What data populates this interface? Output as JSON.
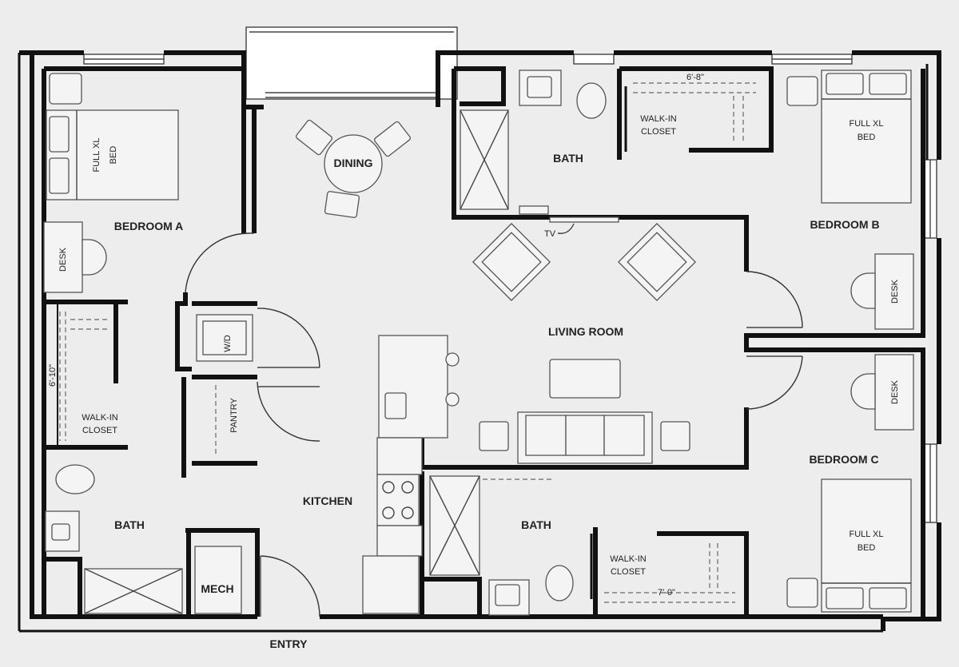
{
  "rooms": {
    "bedroom_a": "BEDROOM A",
    "bedroom_b": "BEDROOM B",
    "bedroom_c": "BEDROOM C",
    "dining": "DINING",
    "living_room": "LIVING ROOM",
    "kitchen": "KITCHEN",
    "bath_a": "BATH",
    "bath_b": "BATH",
    "bath_c": "BATH",
    "mech": "MECH",
    "entry": "ENTRY",
    "pantry": "PANTRY",
    "washer_dryer": "W/D"
  },
  "closets": {
    "a_label_1": "WALK-IN",
    "a_label_2": "CLOSET",
    "a_dim": "6'-10\"",
    "b_label_1": "WALK-IN",
    "b_label_2": "CLOSET",
    "b_dim": "6'-8\"",
    "c_label_1": "WALK-IN",
    "c_label_2": "CLOSET",
    "c_dim": "7'-0\""
  },
  "furniture": {
    "bed_1": "FULL XL",
    "bed_2": "BED",
    "desk": "DESK",
    "tv": "TV"
  }
}
